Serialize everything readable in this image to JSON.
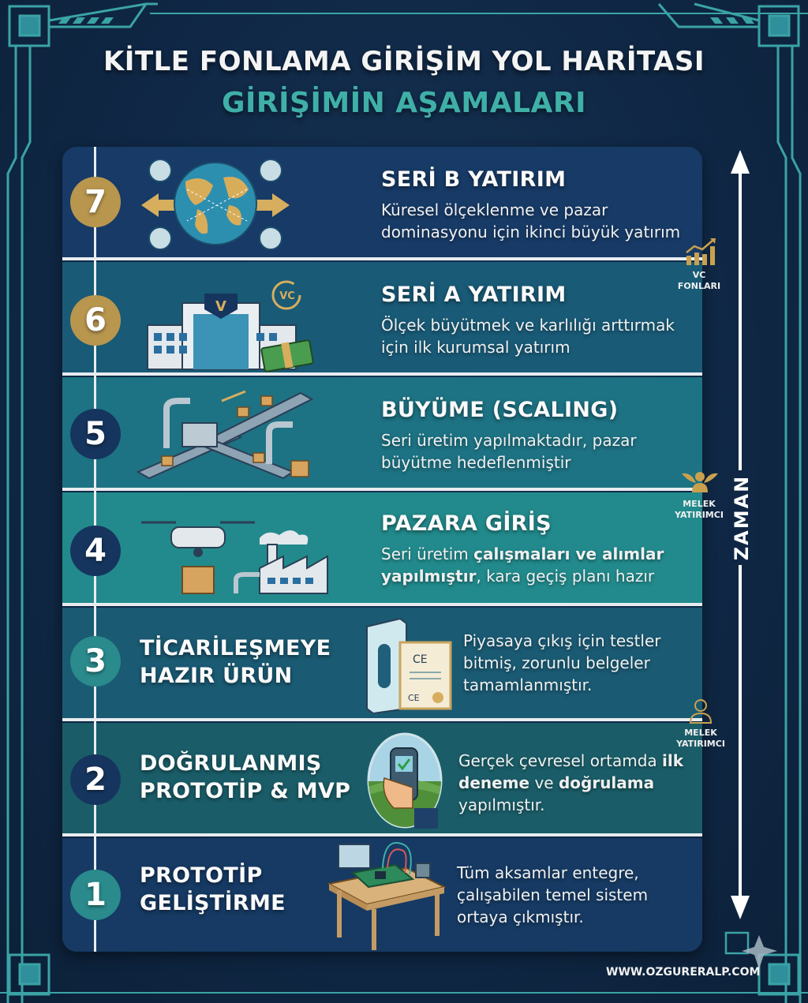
{
  "header": {
    "title": "KİTLE FONLAMA GİRİŞİM YOL HARİTASI",
    "subtitle": "GİRİŞİMİN AŞAMALARI"
  },
  "colors": {
    "background": "#0f2744",
    "accent_teal": "#3fb0a8",
    "gold": "#b8964e",
    "navy": "#16355e",
    "frame": "#3aa3a6"
  },
  "stages": [
    {
      "number": "7",
      "title": "SERİ B YATIRIM",
      "description": "Küresel ölçeklenme ve pazar dominasyonu için ikinci büyük yatırım",
      "illustration": "globe-expansion-icon",
      "badge_color": "gold",
      "bg": "#173a66"
    },
    {
      "number": "6",
      "title": "SERİ A YATIRIM",
      "description": "Ölçek büyütmek ve karlılığı arttırmak için ilk kurumsal yatırım",
      "illustration": "vc-building-money-icon",
      "badge_color": "gold",
      "bg": "#195a76"
    },
    {
      "number": "5",
      "title": "BÜYÜME (SCALING)",
      "description": "Seri üretim yapılmaktadır, pazar büyütme hedeflenmiştir",
      "illustration": "conveyor-belt-icon",
      "badge_color": "navy",
      "bg": "#1d7283"
    },
    {
      "number": "4",
      "title": "PAZARA GİRİŞ",
      "description_parts": [
        {
          "text": "Seri üretim ",
          "bold": false
        },
        {
          "text": "çalışmaları ve alımlar yapılmıştır",
          "bold": true
        },
        {
          "text": ", kara geçiş planı hazır",
          "bold": false
        }
      ],
      "illustration": "drone-factory-icon",
      "badge_color": "navy",
      "bg": "#228a8c"
    },
    {
      "number": "3",
      "title": "TİCARİLEŞMEYE HAZIR ÜRÜN",
      "title_lines": [
        "TİCARİLEŞMEYE",
        "HAZIR ÜRÜN"
      ],
      "description": "Piyasaya çıkış için testler bitmiş, zorunlu belgeler tamamlanmıştır.",
      "illustration": "product-box-ce-certificate-icon",
      "badge_color": "teal",
      "bg": "#1a5a73"
    },
    {
      "number": "2",
      "title": "DOĞRULANMIŞ PROTOTİP & MVP",
      "title_lines": [
        "DOĞRULANMIŞ",
        "PROTOTİP & MVP"
      ],
      "description_parts": [
        {
          "text": "Gerçek çevresel ortamda ",
          "bold": false
        },
        {
          "text": "ilk deneme",
          "bold": true
        },
        {
          "text": " ve ",
          "bold": false
        },
        {
          "text": "doğrulama",
          "bold": true
        },
        {
          "text": " yapılmıştır.",
          "bold": false
        }
      ],
      "illustration": "handheld-device-field-icon",
      "badge_color": "navy",
      "bg": "#1a5d68"
    },
    {
      "number": "1",
      "title": "PROTOTİP GELİŞTİRME",
      "title_lines": [
        "PROTOTİP",
        "GELİŞTİRME"
      ],
      "description": "Tüm aksamlar entegre, çalışabilen temel sistem ortaya çıkmıştır.",
      "illustration": "workbench-circuit-icon",
      "badge_color": "teal",
      "bg": "#163a63"
    }
  ],
  "side_labels": [
    {
      "label_line1": "VC",
      "label_line2": "FONLARI",
      "icon": "growth-chart-icon"
    },
    {
      "label_line1": "MELEK",
      "label_line2": "YATIRIMCI",
      "icon": "angel-icon"
    },
    {
      "label_line1": "MELEK",
      "label_line2": "YATIRIMCI",
      "icon": "person-outline-icon"
    }
  ],
  "timeline": {
    "label": "ZAMAN"
  },
  "footer": {
    "website": "WWW.OZGURERALP.COM"
  }
}
